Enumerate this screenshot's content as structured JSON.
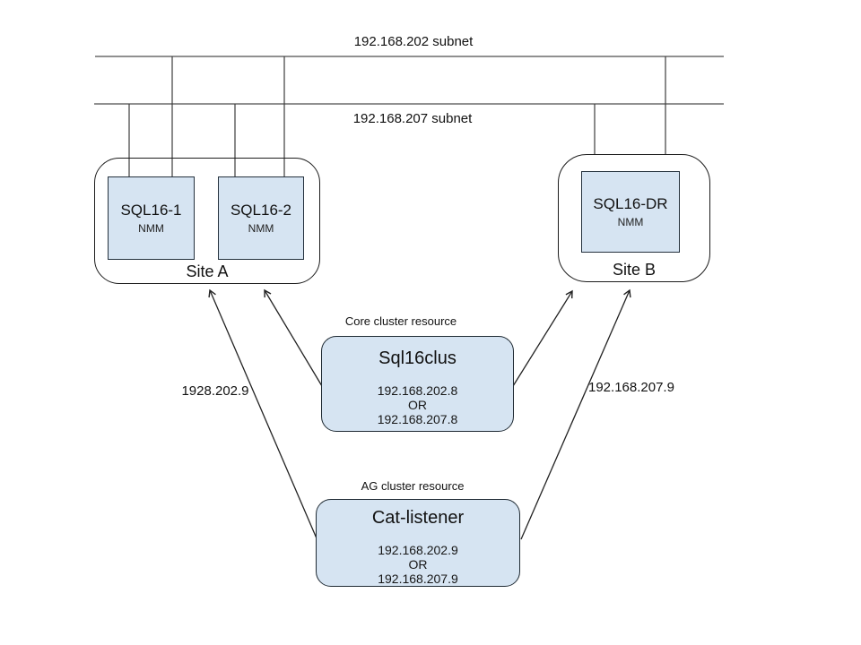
{
  "diagram": {
    "kind": "network-cluster-diagram",
    "colors": {
      "background": "#ffffff",
      "node_fill": "#d6e4f2",
      "node_border": "#24313d",
      "subnet_line": "#6b6b6b",
      "connector_line": "#3c3c3c",
      "arrow_line": "#222222",
      "text": "#111111"
    }
  },
  "subnets": {
    "subnet202": {
      "label": "192.168.202 subnet"
    },
    "subnet207": {
      "label": "192.168.207 subnet"
    }
  },
  "site_a": {
    "label": "Site A",
    "nodes": [
      {
        "name": "SQL16-1",
        "sub": "NMM"
      },
      {
        "name": "SQL16-2",
        "sub": "NMM"
      }
    ]
  },
  "site_b": {
    "label": "Site B",
    "nodes": [
      {
        "name": "SQL16-DR",
        "sub": "NMM"
      }
    ]
  },
  "core_resource": {
    "caption": "Core cluster resource",
    "title": "Sql16clus",
    "ip1": "192.168.202.8",
    "or": "OR",
    "ip2": "192.168.207.8"
  },
  "ag_resource": {
    "caption": "AG cluster resource",
    "title": "Cat-listener",
    "ip1": "192.168.202.9",
    "or": "OR",
    "ip2": "192.168.207.9"
  },
  "edge_labels": {
    "left": "1928.202.9",
    "right": "192.168.207.9"
  }
}
